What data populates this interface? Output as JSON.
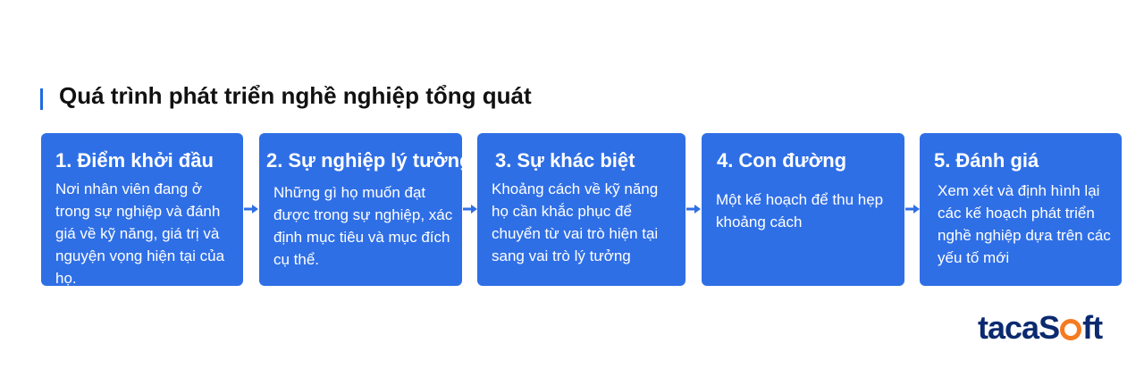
{
  "title": "Quá trình phát triển nghề nghiệp tổng quát",
  "steps": [
    {
      "number": "1.",
      "heading": "Điểm khởi đầu",
      "description": "Nơi nhân viên đang ở trong sự nghiệp và đánh giá về kỹ năng, giá trị và nguyện vọng hiện tại của họ."
    },
    {
      "number": "2.",
      "heading": "Sự nghiệp lý tưởng",
      "description": "Những gì họ muốn đạt được trong sự nghiệp, xác định mục tiêu và mục đích cụ thể."
    },
    {
      "number": "3.",
      "heading": "Sự khác biệt",
      "description": "Khoảng cách về kỹ năng họ cần khắc phục để chuyển từ vai trò hiện tại sang vai trò lý tưởng"
    },
    {
      "number": "4.",
      "heading": "Con đường",
      "description": "Một kế hoạch để thu hẹp khoảng cách"
    },
    {
      "number": "5.",
      "heading": "Đánh giá",
      "description": "Xem xét và định hình lại các kế hoạch phát triển nghề nghiệp dựa trên các yếu tố mới"
    }
  ],
  "logo": {
    "part1": "taca",
    "part2": "S",
    "part3": "ft"
  },
  "colors": {
    "box": "#2f6fe6",
    "arrow": "#2f6fe6",
    "logo_text": "#0b2a6f",
    "logo_accent": "#f47b20"
  },
  "icons": {
    "connector": "arrow-right-icon"
  }
}
